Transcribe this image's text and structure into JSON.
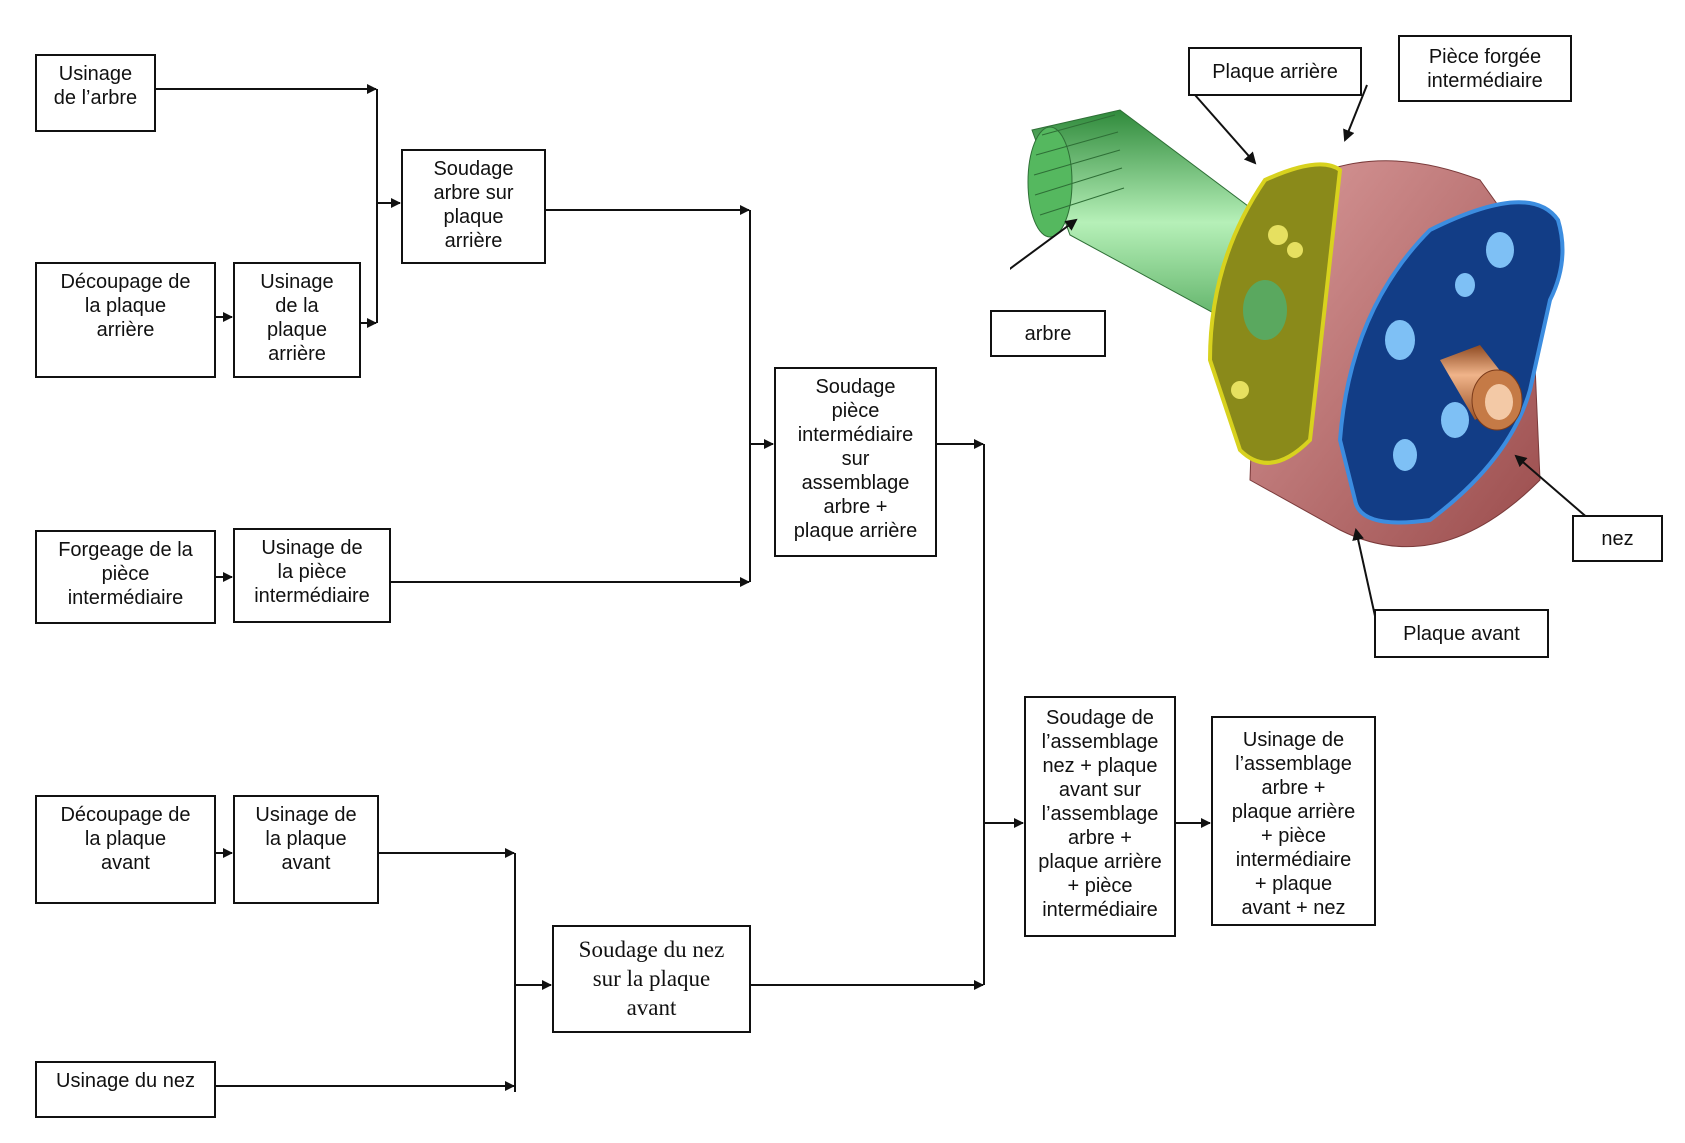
{
  "flowchart": {
    "steps": {
      "usinage_arbre": "Usinage\nde l’arbre",
      "decoupage_plaque_arriere": "Découpage de\nla plaque\narrière",
      "usinage_plaque_arriere": "Usinage\nde la\nplaque\narrière",
      "soudage_arbre_plaque_arriere": "Soudage\narbre sur\nplaque\narrière",
      "forgeage_piece_intermediaire": "Forgeage de la\npièce\nintermédiaire",
      "usinage_piece_intermediaire": "Usinage de\nla pièce\nintermédiaire",
      "soudage_piece_intermediaire": "Soudage\npièce\nintermédiaire\nsur\nassemblage\narbre +\nplaque arrière",
      "decoupage_plaque_avant": "Découpage de\nla plaque\navant",
      "usinage_plaque_avant": "Usinage de\nla plaque\navant",
      "usinage_nez": "Usinage du nez",
      "soudage_nez_plaque_avant": "Soudage du nez\nsur la plaque\navant",
      "soudage_assemblage_final": "Soudage de\nl’assemblage\nnez + plaque\navant sur\nl’assemblage\narbre +\nplaque arrière\n+ pièce\nintermédiaire",
      "usinage_assemblage_final": "Usinage de\nl’assemblage\narbre +\nplaque arrière\n+ pièce\nintermédiaire\n+ plaque\navant + nez"
    }
  },
  "model": {
    "labels": {
      "plaque_arriere": "Plaque arrière",
      "piece_forgee": "Pièce forgée\nintermédiaire",
      "arbre": "arbre",
      "nez": "nez",
      "plaque_avant": "Plaque avant"
    },
    "colors": {
      "arbre": "#4fae5a",
      "plaque_arriere": "#c8c21a",
      "piece_forgee": "#c77a7a",
      "plaque_avant": "#1d4f9e",
      "nez": "#b86a3a"
    }
  }
}
